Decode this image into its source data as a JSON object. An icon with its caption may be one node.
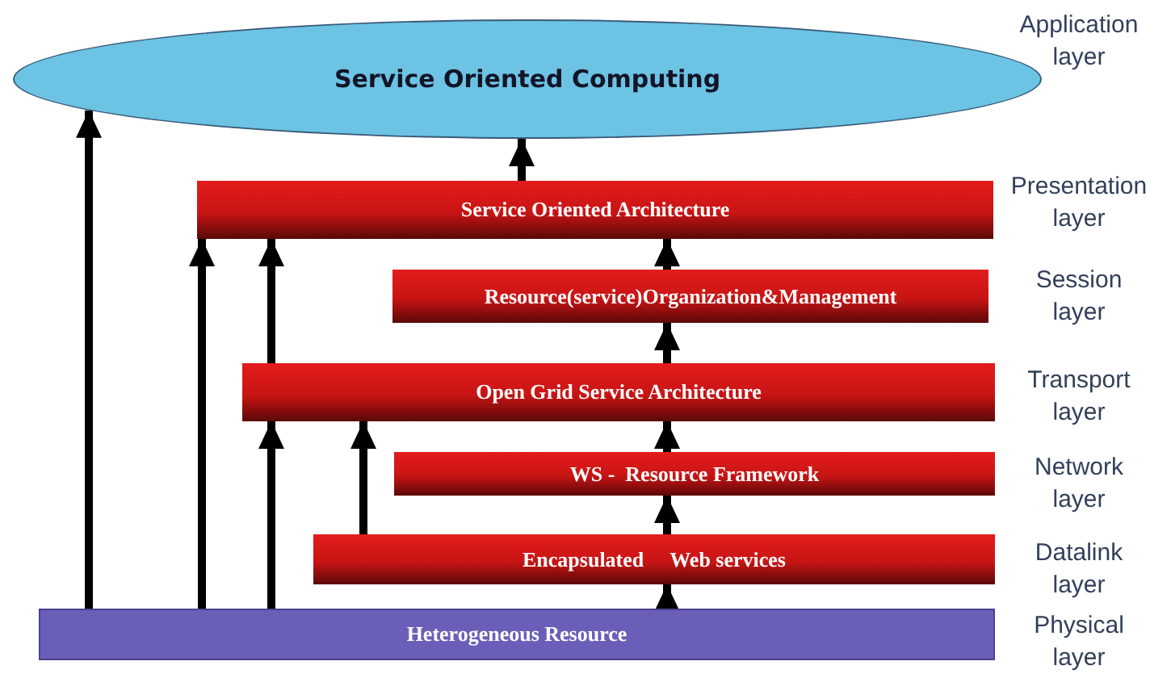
{
  "diagram": {
    "nodes": [
      {
        "text": [
          "Service Oriented Computing"
        ]
      },
      {
        "text": [
          "Service Oriented Architecture"
        ]
      },
      {
        "text": [
          "Resource(service)Organization&Management"
        ]
      },
      {
        "text": [
          "Open Grid Service Architecture"
        ]
      },
      {
        "text": [
          "WS -  Resource Framework"
        ]
      },
      {
        "text": [
          "Encapsulated     Web services"
        ]
      },
      {
        "text": [
          "Heterogeneous Resource"
        ]
      }
    ],
    "edges": [
      {
        "from": 1,
        "to": 0,
        "arrow": "to"
      },
      {
        "from": 2,
        "to": 1,
        "arrow": "to"
      },
      {
        "from": 3,
        "to": 2,
        "arrow": "to"
      },
      {
        "from": 4,
        "to": 3,
        "arrow": "to"
      },
      {
        "from": 5,
        "to": 4,
        "arrow": "to"
      },
      {
        "from": 6,
        "to": 5,
        "arrow": "to"
      },
      {
        "from": 6,
        "to": 0,
        "arrow": "to"
      },
      {
        "from": 6,
        "to": 1,
        "arrow": "to"
      },
      {
        "from": 3,
        "to": 1,
        "arrow": "to"
      },
      {
        "from": 6,
        "to": 3,
        "arrow": "to"
      },
      {
        "from": 5,
        "to": 3,
        "arrow": "to"
      }
    ],
    "labels": [
      "Application layer",
      "Presentation layer",
      "Session layer",
      "Transport layer",
      "Network layer",
      "Datalink layer",
      "Physical layer"
    ]
  }
}
